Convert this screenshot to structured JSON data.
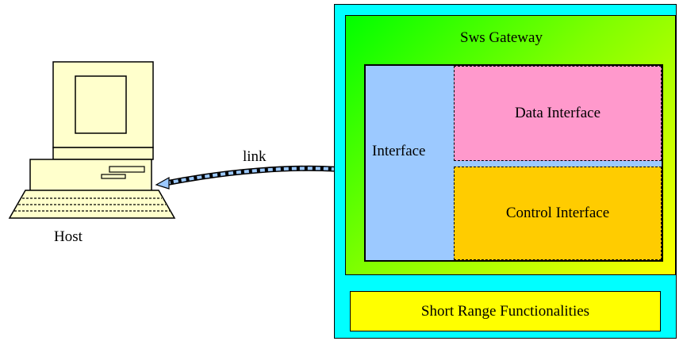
{
  "host": {
    "label": "Host"
  },
  "link": {
    "label": "link"
  },
  "gateway": {
    "title": "Sws Gateway",
    "interface_label": "Interface",
    "data_interface_label": "Data Interface",
    "control_interface_label": "Control Interface",
    "short_range_label": "Short Range Functionalities"
  },
  "colors": {
    "outer_box": "#00ffff",
    "gateway_gradient_start": "#00ff00",
    "gateway_gradient_end": "#ffff00",
    "interface_box": "#9cc9ff",
    "data_interface_box": "#ff99cc",
    "control_interface_box": "#ffcc00",
    "short_range_box": "#ffff00",
    "computer_body": "#ffffcc",
    "link_color": "#9cc9ff"
  },
  "icons": [
    "computer-icon"
  ]
}
